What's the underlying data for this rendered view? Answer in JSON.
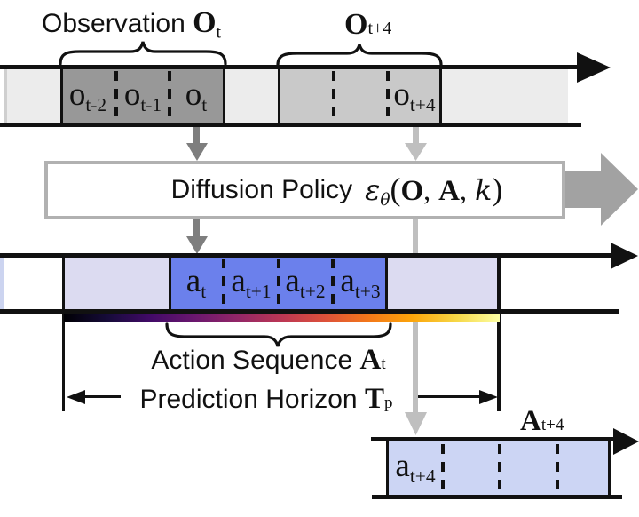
{
  "colors": {
    "line": "#111111",
    "band_fill": "#ececec",
    "band_edge_sliver": "#cfcfcf",
    "obs_box": "#989898",
    "future_obs_box": "#c9c9c9",
    "policy_border": "#b1b1b1",
    "policy_fill": "#ffffff",
    "dark_arrow": "#7e7e7e",
    "light_arrow": "#bfbfbf",
    "big_arrow": "#a2a2a2",
    "action_box": "#6b80ec",
    "context_box": "#dcdbf1",
    "band_left_sliver": "#ccd4f0",
    "next_action_box": "#ccd5f4",
    "denoise_gradient": [
      "#000004",
      "#160b39",
      "#420a68",
      "#6a176e",
      "#932667",
      "#bc3754",
      "#dd513a",
      "#f37819",
      "#fca50a",
      "#f6d746",
      "#fcffa4"
    ]
  },
  "top": {
    "heading": {
      "prefix": "Observation",
      "symbol": "O",
      "sub": "t"
    },
    "future_heading": {
      "symbol": "O",
      "sub": "t+4"
    },
    "cells": [
      {
        "base": "o",
        "sub": "t-2"
      },
      {
        "base": "o",
        "sub": "t-1"
      },
      {
        "base": "o",
        "sub": "t"
      }
    ],
    "future_cell": {
      "base": "o",
      "sub": "t+4"
    }
  },
  "policy": {
    "label": "Diffusion Policy",
    "math": {
      "eps": "ε",
      "theta": "θ",
      "open": "(",
      "obs": "O",
      "sep1": ",",
      "act": "A",
      "sep2": ",",
      "k": "k",
      "close": ")"
    }
  },
  "actions": {
    "cells": [
      {
        "base": "a",
        "sub": "t"
      },
      {
        "base": "a",
        "sub": "t+1"
      },
      {
        "base": "a",
        "sub": "t+2"
      },
      {
        "base": "a",
        "sub": "t+3"
      }
    ],
    "sequence": {
      "prefix": "Action Sequence",
      "symbol": "A",
      "sub": "t"
    },
    "horizon": {
      "prefix": "Prediction Horizon",
      "symbol": "T",
      "sub": "p"
    }
  },
  "next": {
    "heading": {
      "symbol": "A",
      "sub": "t+4"
    },
    "cell": {
      "base": "a",
      "sub": "t+4"
    }
  }
}
